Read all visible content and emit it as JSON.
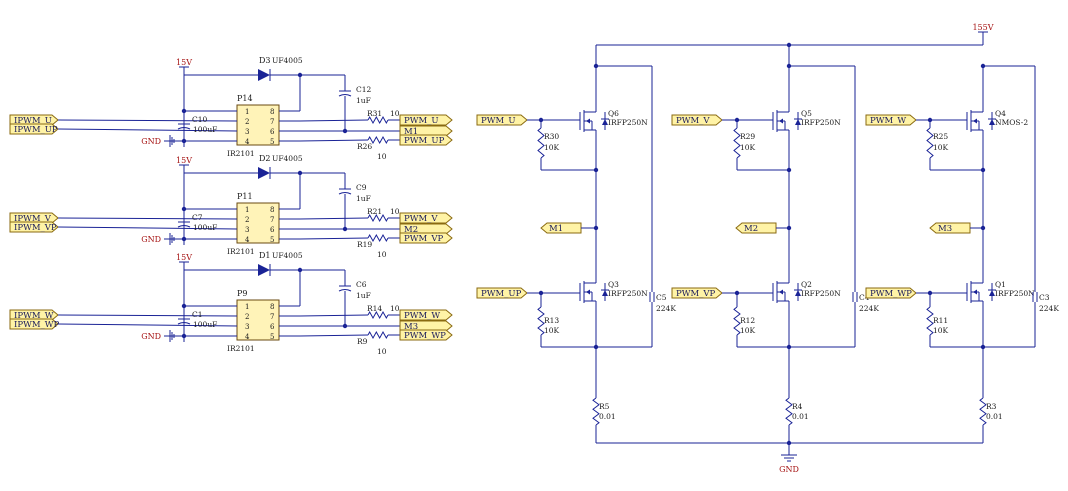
{
  "supplies": {
    "v15_a": "15V",
    "v15_b": "15V",
    "v15_c": "15V",
    "v155": "155V",
    "gnd_a": "GND",
    "gnd_b": "GND",
    "gnd_c": "GND",
    "gnd_main": "GND"
  },
  "drivers": [
    {
      "header": "P14",
      "chip": "IR2101",
      "diode_ref": "D3",
      "diode_part": "UF4005",
      "cap_big_ref": "C10",
      "cap_big_val": "100uF",
      "cap_small_ref": "C12",
      "cap_small_val": "1uF",
      "r_hi_ref": "R31",
      "r_hi_val": "10",
      "r_lo_ref": "R26",
      "r_lo_val": "10",
      "in_hi": "IPWM_U",
      "in_lo": "IPWM_UP",
      "out_hi": "PWM_U",
      "out_mid": "M1",
      "out_lo": "PWM_UP",
      "pins_left": [
        "1",
        "2",
        "3",
        "4"
      ],
      "pins_right": [
        "8",
        "7",
        "6",
        "5"
      ]
    },
    {
      "header": "P11",
      "chip": "IR2101",
      "diode_ref": "D2",
      "diode_part": "UF4005",
      "cap_big_ref": "C7",
      "cap_big_val": "100uF",
      "cap_small_ref": "C9",
      "cap_small_val": "1uF",
      "r_hi_ref": "R21",
      "r_hi_val": "10",
      "r_lo_ref": "R19",
      "r_lo_val": "10",
      "in_hi": "IPWM_V",
      "in_lo": "IPWM_VP",
      "out_hi": "PWM_V",
      "out_mid": "M2",
      "out_lo": "PWM_VP",
      "pins_left": [
        "1",
        "2",
        "3",
        "4"
      ],
      "pins_right": [
        "8",
        "7",
        "6",
        "5"
      ]
    },
    {
      "header": "P9",
      "chip": "IR2101",
      "diode_ref": "D1",
      "diode_part": "UF4005",
      "cap_big_ref": "C1",
      "cap_big_val": "100uF",
      "cap_small_ref": "C6",
      "cap_small_val": "1uF",
      "r_hi_ref": "R14",
      "r_hi_val": "10",
      "r_lo_ref": "R9",
      "r_lo_val": "10",
      "in_hi": "IPWM_W",
      "in_lo": "IPWM_WP",
      "out_hi": "PWM_W",
      "out_mid": "M3",
      "out_lo": "PWM_WP",
      "pins_left": [
        "1",
        "2",
        "3",
        "4"
      ],
      "pins_right": [
        "8",
        "7",
        "6",
        "5"
      ]
    }
  ],
  "legs": [
    {
      "hi_port": "PWM_U",
      "hi_q": "Q6",
      "hi_part": "IRFP250N",
      "hi_r_ref": "R30",
      "hi_r_val": "10K",
      "mid_port": "M1",
      "lo_port": "PWM_UP",
      "lo_q": "Q3",
      "lo_part": "IRFP250N",
      "lo_r_ref": "R13",
      "lo_r_val": "10K",
      "cap_ref": "C5",
      "cap_val": "224K",
      "shunt_ref": "R5",
      "shunt_val": "0.01"
    },
    {
      "hi_port": "PWM_V",
      "hi_q": "Q5",
      "hi_part": "IRFP250N",
      "hi_r_ref": "R29",
      "hi_r_val": "10K",
      "mid_port": "M2",
      "lo_port": "PWM_VP",
      "lo_q": "Q2",
      "lo_part": "IRFP250N",
      "lo_r_ref": "R12",
      "lo_r_val": "10K",
      "cap_ref": "C4",
      "cap_val": "224K",
      "shunt_ref": "R4",
      "shunt_val": "0.01"
    },
    {
      "hi_port": "PWM_W",
      "hi_q": "Q4",
      "hi_part": "NMOS-2",
      "hi_r_ref": "R25",
      "hi_r_val": "10K",
      "mid_port": "M3",
      "lo_port": "PWM_WP",
      "lo_q": "Q1",
      "lo_part": "IRFP250N",
      "lo_r_ref": "R11",
      "lo_r_val": "10K",
      "cap_ref": "C3",
      "cap_val": "224K",
      "shunt_ref": "R3",
      "shunt_val": "0.01"
    }
  ],
  "colors": {
    "wire": "#1a2396",
    "supply": "#a61414",
    "port_fill": "#fff3a6",
    "chip_fill": "#fff3b8"
  }
}
